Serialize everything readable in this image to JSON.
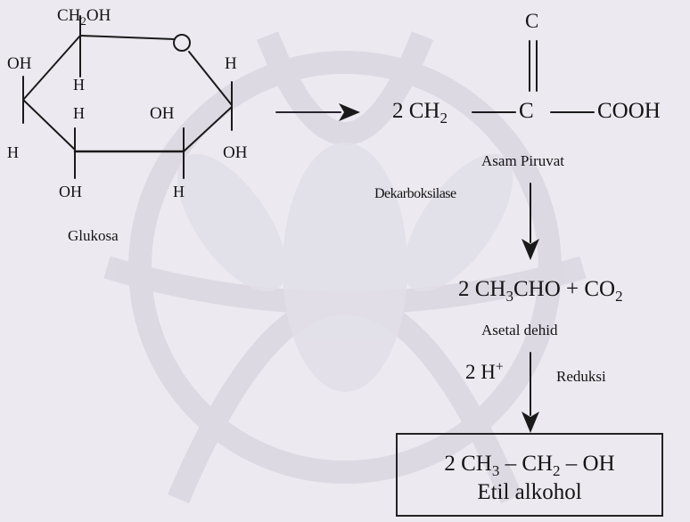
{
  "glucose": {
    "ch2oh": [
      "CH",
      "2",
      "OH"
    ],
    "ring_labels": {
      "oh_left": "OH",
      "h_top_right": "H",
      "h_c4_up": "H",
      "h_c3": "H",
      "oh_c2": "OH",
      "h_c4_down": "H",
      "oh_c1": "OH",
      "oh_c3_down": "OH",
      "h_c2_down": "H"
    },
    "name": "Glukosa"
  },
  "pyruvate": {
    "top_c": "C",
    "coef": "2 CH",
    "ch2_sub": "2",
    "center_c": "C",
    "cooh": "COOH",
    "name": "Asam Piruvat"
  },
  "step1": {
    "enzyme": "Dekarboksilase"
  },
  "acetaldehyde": {
    "formula_parts": [
      "2 CH",
      "3",
      "CHO + CO",
      "2"
    ],
    "name": "Asetal dehid"
  },
  "step2": {
    "cofactor": "2 H",
    "cofactor_sup": "+",
    "process": "Reduksi"
  },
  "ethanol": {
    "formula_parts": [
      "2 CH",
      "3",
      " – CH",
      "2",
      " – OH"
    ],
    "name": "Etil alkohol"
  }
}
